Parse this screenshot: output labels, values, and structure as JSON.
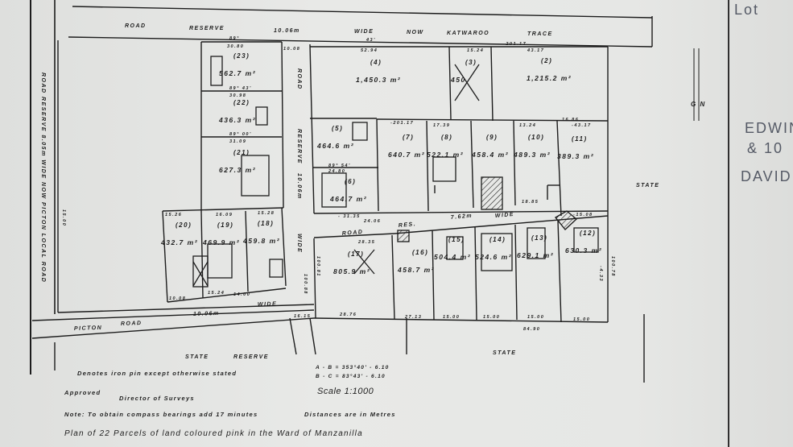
{
  "roads": {
    "top_road": [
      "ROAD",
      "RESERVE",
      "10.06m",
      "WIDE",
      "NOW",
      "KATWAROO",
      "TRACE"
    ],
    "left_road": "ROAD RESERVE 8.05m WIDE NOW PICTON LOCAL ROAD",
    "middle_reserve": [
      "ROAD",
      "RESERVE",
      "10.06m",
      "WIDE"
    ],
    "inner_road": [
      "ROAD",
      "WIDE",
      "7.62m",
      "RES."
    ],
    "bottom_road": [
      "PICTON",
      "ROAD",
      "10.06m",
      "WIDE"
    ],
    "state_labels": [
      "STATE",
      "RESERVE",
      "STATE",
      "STATE"
    ]
  },
  "parcels": [
    {
      "id": "(23)",
      "area": "562.7 m²"
    },
    {
      "id": "(22)",
      "area": "436.3 m²"
    },
    {
      "id": "(21)",
      "area": "627.3 m²"
    },
    {
      "id": "(20)",
      "area": "432.7 m²"
    },
    {
      "id": "(19)",
      "area": "469.9 m²"
    },
    {
      "id": "(18)",
      "area": "459.8 m²"
    },
    {
      "id": "(4)",
      "area": "1,450.3 m²"
    },
    {
      "id": "(3)",
      "area": "450"
    },
    {
      "id": "(2)",
      "area": "1,215.2 m²"
    },
    {
      "id": "(5)",
      "area": "464.6 m²"
    },
    {
      "id": "(6)",
      "area": "464.7 m²"
    },
    {
      "id": "(7)",
      "area": "640.7 m²"
    },
    {
      "id": "(8)",
      "area": "522.1 m²"
    },
    {
      "id": "(9)",
      "area": "458.4 m²"
    },
    {
      "id": "(10)",
      "area": "489.3 m²"
    },
    {
      "id": "(11)",
      "area": "389.3 m²"
    },
    {
      "id": "(17)",
      "area": "805.9 m²"
    },
    {
      "id": "(16)",
      "area": "458.7 m²"
    },
    {
      "id": "(15)",
      "area": "504.4 m²"
    },
    {
      "id": "(14)",
      "area": "524.6 m²"
    },
    {
      "id": "(13)",
      "area": "629.1 m²"
    },
    {
      "id": "(12)",
      "area": "630.3 m²"
    }
  ],
  "dimensions": [
    "89°",
    "30.80",
    "10.08",
    "43'",
    "52.94",
    "15.24",
    "-201.17",
    "43.17",
    "89° 43'",
    "30.98",
    "89° 00'",
    "31.09",
    "89° 54'",
    "24.80",
    "15.26",
    "16.09",
    "15.28",
    "- 31.35",
    "24.06",
    "28.35",
    "28.76",
    "27.13",
    "15.00",
    "15.00",
    "15.00",
    "15.00",
    "16.15",
    "10.08",
    "15.24",
    "14.00",
    "84.90",
    "-201.17",
    "17.39",
    "13.24",
    "16.86",
    "-43.17",
    "18.85",
    "-15.08",
    "15.00",
    "-4.33",
    "100.88",
    "100.81",
    "100.78"
  ],
  "north_label": "G N",
  "handwriting": [
    "Lot",
    "EDWIN",
    "& 10",
    "DAVID"
  ],
  "legend": {
    "iron_pin": "Denotes iron pin except otherwise stated",
    "bearing_ab": "A - B = 353°40' - 6.10",
    "bearing_bc": "B - C = 83°43' - 6.10",
    "approved": "Approved",
    "director": "Director of Surveys",
    "scale": "Scale 1:1000",
    "note": "Note: To obtain compass bearings add 17 minutes",
    "units": "Distances are in Metres",
    "title": "Plan of 22 Parcels of land coloured pink in the Ward of Manzanilla"
  },
  "colors": {
    "paper": "#e4e5e3",
    "ink": "#1e1e1e",
    "pencil": "#555a66"
  }
}
